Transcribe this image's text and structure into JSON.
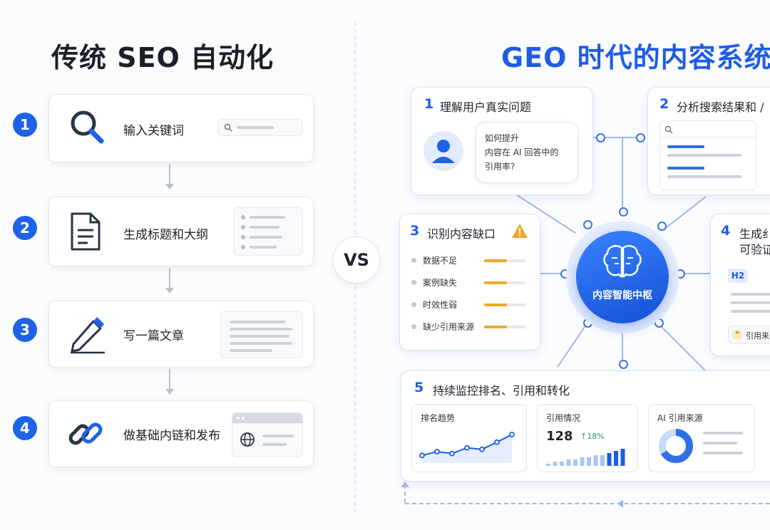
{
  "left": {
    "title": "传统 SEO 自动化",
    "steps": [
      {
        "num": "1",
        "label": "输入关键词",
        "icon": "magnifier-icon"
      },
      {
        "num": "2",
        "label": "生成标题和大纲",
        "icon": "document-icon"
      },
      {
        "num": "3",
        "label": "写一篇文章",
        "icon": "pencil-icon"
      },
      {
        "num": "4",
        "label": "做基础内链和发布",
        "icon": "chain-link-icon"
      }
    ]
  },
  "vs": "VS",
  "right": {
    "title": "GEO 时代的内容系统",
    "hub_label": "内容智能中枢",
    "hub_icon": "brain-icon",
    "card1": {
      "num": "1",
      "title": "理解用户真实问题",
      "bubble_lines": [
        "如何提升",
        "内容在 AI 回答中的",
        "引用率?"
      ]
    },
    "card2": {
      "num": "2",
      "title": "分析搜索结果和 /"
    },
    "card3": {
      "num": "3",
      "title": "识别内容缺口",
      "items": [
        {
          "label": "数据不足",
          "level": 0.55
        },
        {
          "label": "案例缺失",
          "level": 0.55
        },
        {
          "label": "时效性弱",
          "level": 0.55
        },
        {
          "label": "缺少引用来源",
          "level": 0.55
        }
      ]
    },
    "card4": {
      "num": "4",
      "title_line1": "生成纟",
      "title_line2": "可验证",
      "tag": "H2",
      "quote_label": "引用来"
    },
    "card5": {
      "num": "5",
      "title": "持续监控排名、引用和转化",
      "trend": {
        "label": "排名趋势",
        "points": [
          2,
          3,
          2.5,
          4,
          3.6,
          5.5,
          7.5
        ]
      },
      "citation": {
        "label": "引用情况",
        "value": "128",
        "delta": "↑18%",
        "bars": [
          1,
          2,
          2,
          3,
          3,
          4,
          4,
          5,
          5,
          6,
          7,
          8
        ]
      },
      "ai_source": {
        "label": "AI 引用来源"
      }
    },
    "accent": "#1d5ce6"
  }
}
